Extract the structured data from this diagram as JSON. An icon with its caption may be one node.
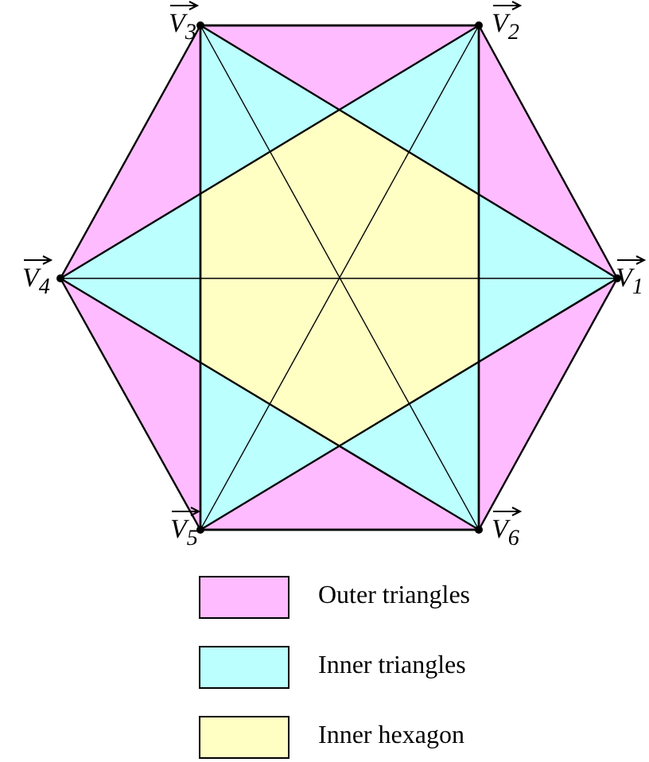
{
  "diagram": {
    "labels": [
      "V$_{3}$",
      "V$_{2}$",
      "V$_{4}$",
      "V$_{1}$",
      "V$_{5}$",
      "V$_{6}$"
    ],
    "legend": [
      {
        "text": "Outer triangles",
        "color": "#ffbbff"
      },
      {
        "text": "Inner triangles",
        "color": "#bbffff"
      },
      {
        "text": "Inner hexagon",
        "color": "#ffffc4"
      }
    ]
  }
}
